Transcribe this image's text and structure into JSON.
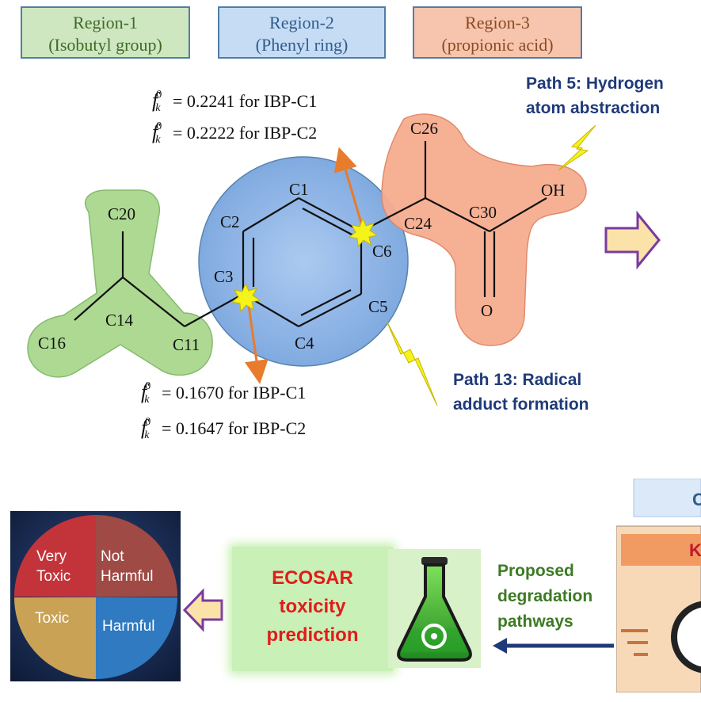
{
  "regions": [
    {
      "line1": "Region-1",
      "line2": "(Isobutyl group)"
    },
    {
      "line1": "Region-2",
      "line2": "(Phenyl ring)"
    },
    {
      "line1": "Region-3",
      "line2": "(propionic acid)"
    }
  ],
  "atoms": {
    "c1": "C1",
    "c2": "C2",
    "c3": "C3",
    "c4": "C4",
    "c5": "C5",
    "c6": "C6",
    "c11": "C11",
    "c14": "C14",
    "c16": "C16",
    "c20": "C20",
    "c24": "C24",
    "c26": "C26",
    "c30": "C30",
    "oh": "OH",
    "o": "O"
  },
  "fukui": {
    "symbol": "f",
    "sub": "k",
    "sup": "0",
    "top": [
      "= 0.2241 for IBP-C1",
      "= 0.2222 for IBP-C2"
    ],
    "bottom": [
      "= 0.1670 for IBP-C1",
      "= 0.1647 for IBP-C2"
    ]
  },
  "paths": {
    "path5": [
      "Path 5: Hydrogen",
      "atom abstraction"
    ],
    "path13": [
      "Path 13: Radical",
      "adduct formation"
    ]
  },
  "toxicity": {
    "very_toxic": [
      "Very",
      "Toxic"
    ],
    "not_harmful": [
      "Not",
      "Harmful"
    ],
    "toxic": "Toxic",
    "harmful": "Harmful"
  },
  "ecosar": [
    "ECOSAR",
    "toxicity",
    "prediction"
  ],
  "proposed": [
    "Proposed",
    "degradation",
    "pathways"
  ],
  "right_panel": {
    "top_letter": "C",
    "bar_letter": "K"
  },
  "colors": {
    "region1": "#cfe7c0",
    "region2": "#c6dcf5",
    "region3": "#f7c5ae",
    "ecosar_text": "#e21b1b",
    "path_text": "#1f3a78",
    "proposed_text": "#3c7a23"
  }
}
